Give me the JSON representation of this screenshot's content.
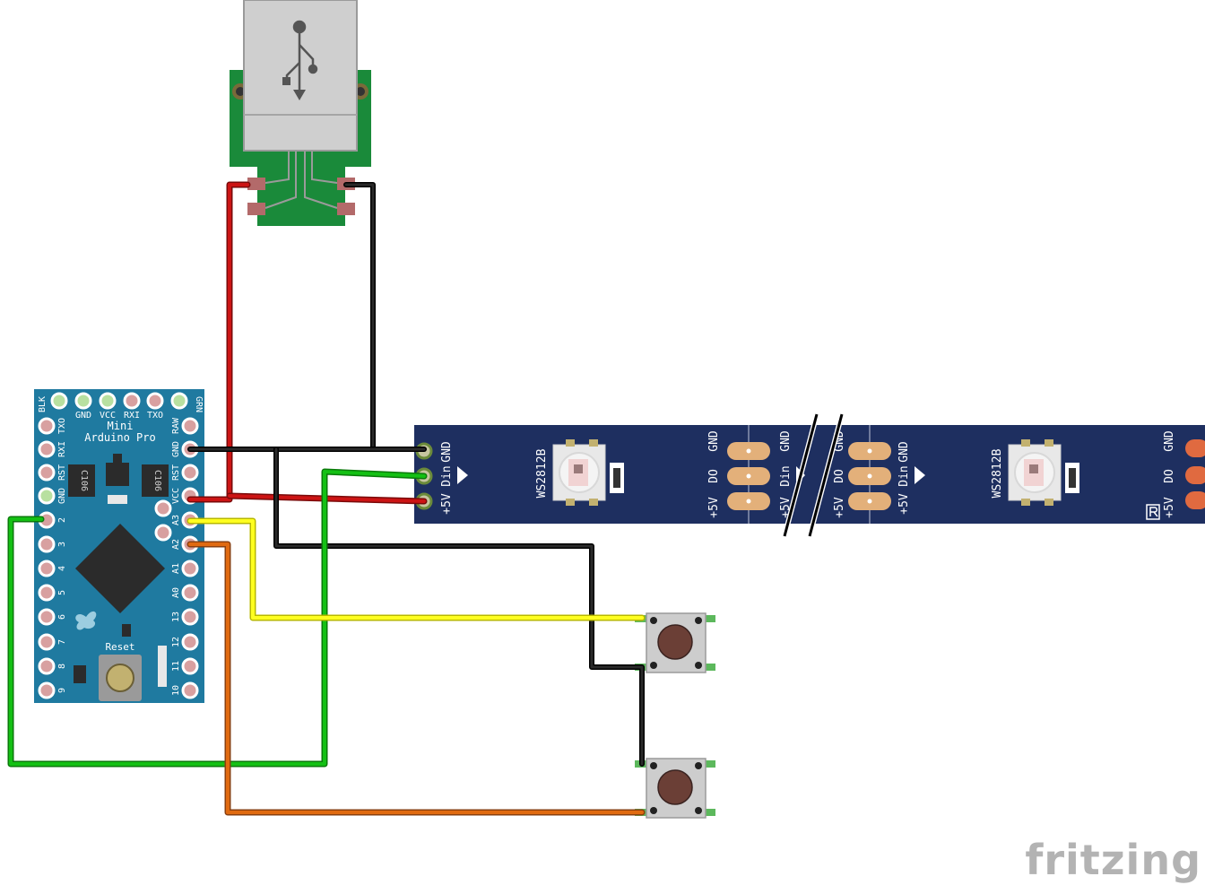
{
  "brand": {
    "text": "fritzing",
    "color": "#b3b3b3"
  },
  "colors": {
    "wire_red": "#cc1414",
    "wire_black": "#1a1a1a",
    "wire_green": "#14b814",
    "wire_yellow": "#ffff14",
    "wire_orange": "#e06a10",
    "board_blue": "#1f7aa0",
    "strip_navy": "#1e2f60",
    "pcb_green": "#1a8a3a"
  },
  "arduino": {
    "name_line1": "Mini",
    "name_line2": "Arduino Pro",
    "reset_label": "Reset",
    "chip_label_1": "C106",
    "chip_label_2": "C106",
    "top_pins": [
      "BLK",
      "GND",
      "VCC",
      "RXI",
      "TXO",
      "GRN"
    ],
    "left_pins": [
      "TXO",
      "RXI",
      "RST",
      "GND",
      "2",
      "3",
      "4",
      "5",
      "6",
      "7",
      "8",
      "9"
    ],
    "right_pins": [
      "RAW",
      "GND",
      "RST",
      "VCC",
      "A3",
      "A2",
      "A1",
      "A0",
      "13",
      "12",
      "11",
      "10"
    ]
  },
  "usb": {
    "icon": "usb-icon"
  },
  "led_strip": {
    "segment1": {
      "left_labels": [
        "GND",
        "Din",
        "+5V"
      ],
      "chip": "WS2812B",
      "right_labels": [
        "GND",
        "DO",
        "+5V"
      ]
    },
    "segment2": {
      "left_labels": [
        "GND",
        "Din",
        "+5V"
      ],
      "right_labels": [
        "GND",
        "DO",
        "+5V"
      ]
    },
    "segment3": {
      "left_labels": [
        "GND",
        "Din",
        "+5V"
      ],
      "chip": "WS2812B",
      "right_labels": [
        "GND",
        "DO",
        "+5V"
      ]
    }
  },
  "buttons": {
    "count": 2
  }
}
